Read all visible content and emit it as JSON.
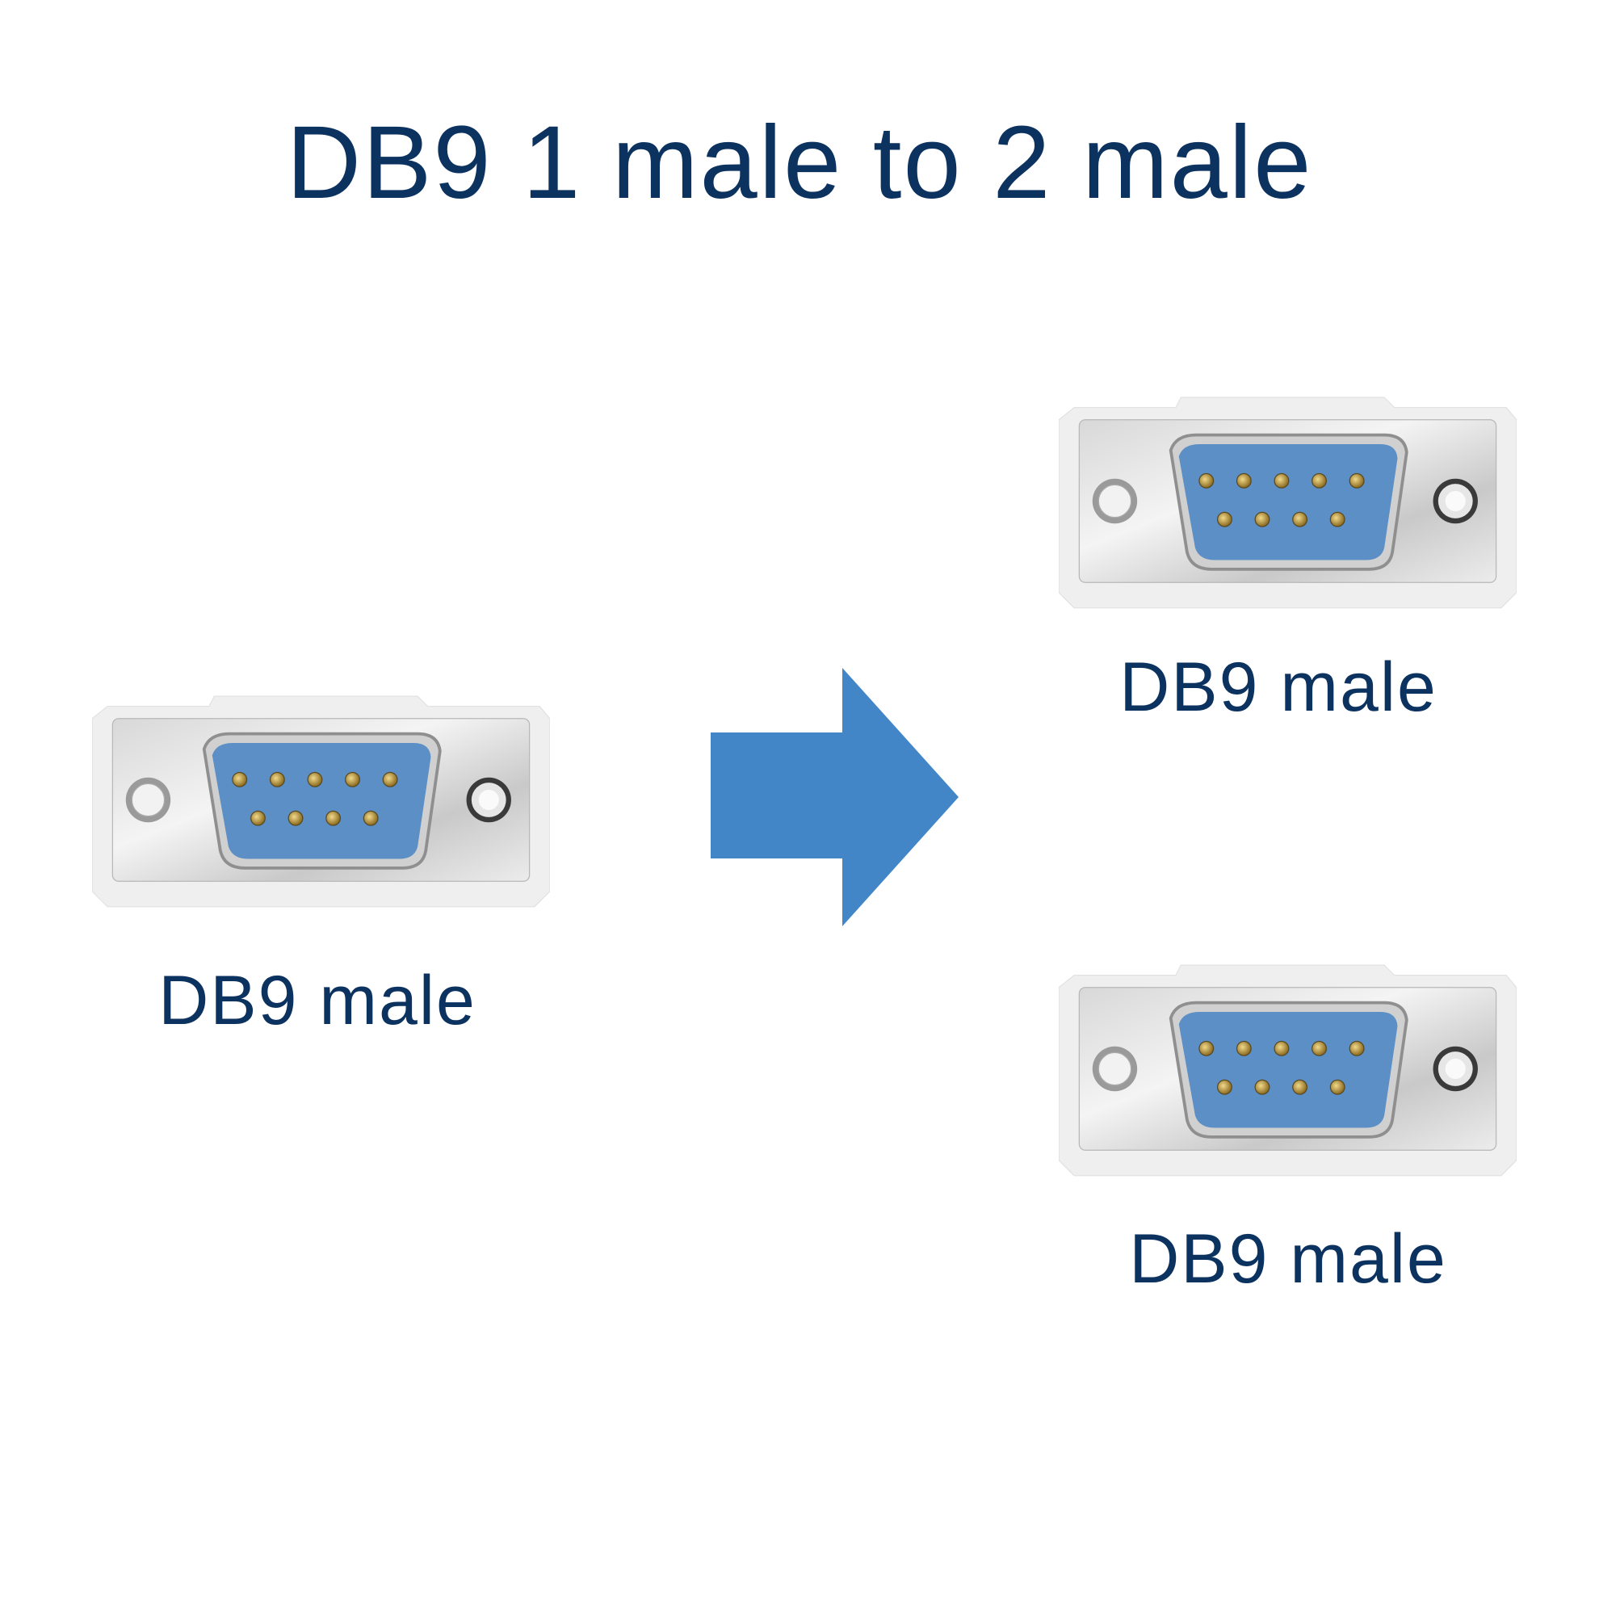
{
  "title": "DB9 1 male to 2 male",
  "colors": {
    "title": "#0c3260",
    "arrow": "#4286c8",
    "connector_insert": "#5b8fc6"
  },
  "source": {
    "label": "DB9 male",
    "icon": "db9-male-connector"
  },
  "arrow": {
    "icon": "right-arrow-icon"
  },
  "outputs": [
    {
      "label": "DB9 male",
      "icon": "db9-male-connector"
    },
    {
      "label": "DB9 male",
      "icon": "db9-male-connector"
    }
  ]
}
